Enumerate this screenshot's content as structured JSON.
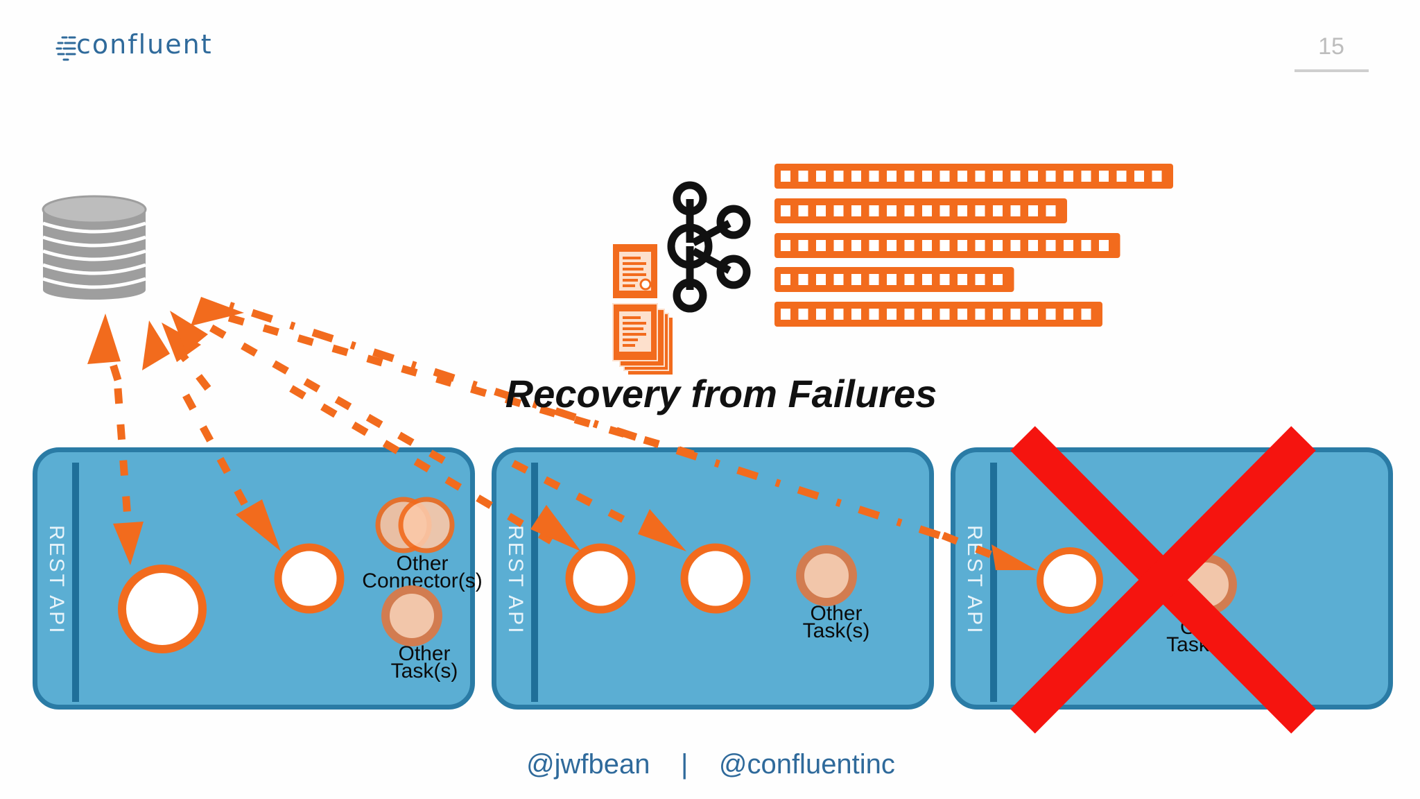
{
  "slide": {
    "logo_text": "confluent",
    "page_number": "15",
    "title": "Recovery from Failures",
    "footer": {
      "handle_1": "@jwfbean",
      "separator": "|",
      "handle_2": "@confluentinc"
    }
  },
  "workers": [
    {
      "rest_label": "REST API",
      "labels": [
        {
          "text_line1": "Other",
          "text_line2": "Connector(s)"
        },
        {
          "text_line1": "Other",
          "text_line2": "Task(s)"
        }
      ]
    },
    {
      "rest_label": "REST API",
      "labels": [
        {
          "text_line1": "Other",
          "text_line2": "Task(s)"
        }
      ]
    },
    {
      "rest_label": "REST API",
      "status": "failed",
      "labels": [
        {
          "text_line1": "Ot",
          "text_line2": "Task("
        }
      ]
    }
  ],
  "icons": {
    "database": "database-icon",
    "kafka": "kafka-logo-icon",
    "config_files": "document-stack-icon",
    "failure": "red-x-icon"
  },
  "colors": {
    "orange": "#f26b1d",
    "worker_fill": "#5baed3",
    "worker_border": "#2a7ba5",
    "failure_red": "#f5140f",
    "brand_blue": "#2f6a9b"
  }
}
